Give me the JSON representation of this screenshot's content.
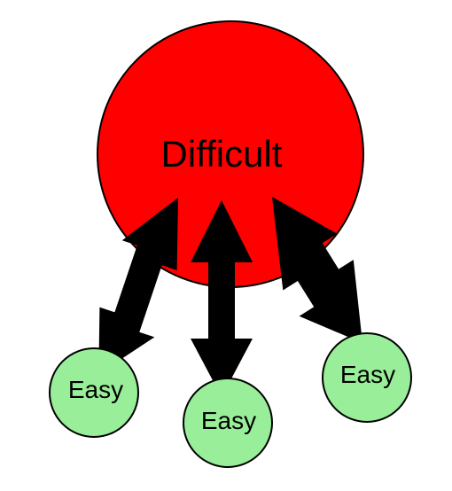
{
  "diagram": {
    "main_node": {
      "label": "Difficult",
      "color": "#ff0000"
    },
    "sub_nodes": [
      {
        "label": "Easy",
        "color": "#99ee99"
      },
      {
        "label": "Easy",
        "color": "#99ee99"
      },
      {
        "label": "Easy",
        "color": "#99ee99"
      }
    ],
    "arrow_style": "double-headed",
    "arrow_color": "#000000"
  }
}
